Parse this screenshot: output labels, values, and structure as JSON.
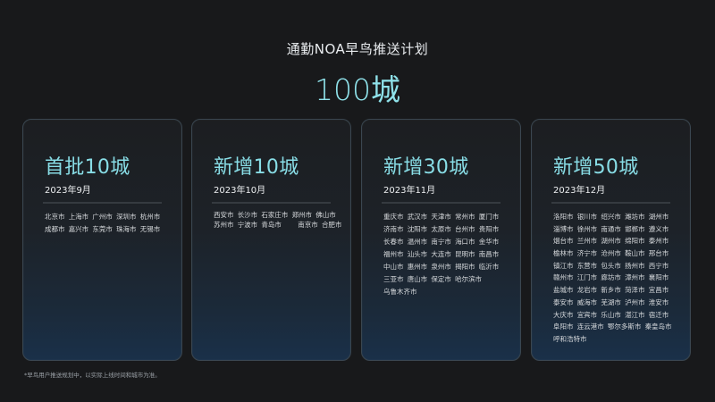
{
  "header": {
    "title": "通勤NOA早鸟推送计划",
    "headline": "100城"
  },
  "colors": {
    "background": "#18191b",
    "accent": "#8fe2ea",
    "card_border": "#3a4650",
    "card_bottom": "#1a3049"
  },
  "cards": [
    {
      "title": "首批10城",
      "date": "2023年9月",
      "rows": [
        [
          "北京市",
          "上海市",
          "广州市",
          "深圳市",
          "杭州市"
        ],
        [
          "成都市",
          "嘉兴市",
          "东莞市",
          "珠海市",
          "无锡市"
        ]
      ]
    },
    {
      "title": "新增10城",
      "date": "2023年10月",
      "rows": [
        [
          "西安市",
          "长沙市",
          "石家庄市",
          "郑州市",
          "佛山市"
        ],
        [
          "苏州市",
          "宁波市",
          "青岛市",
          "",
          "南京市",
          "合肥市"
        ]
      ]
    },
    {
      "title": "新增30城",
      "date": "2023年11月",
      "rows": [
        [
          "重庆市",
          "武汉市",
          "天津市",
          "常州市",
          "厦门市"
        ],
        [
          "济南市",
          "沈阳市",
          "太原市",
          "台州市",
          "贵阳市"
        ],
        [
          "长春市",
          "温州市",
          "南宁市",
          "海口市",
          "金华市"
        ],
        [
          "福州市",
          "汕头市",
          "大连市",
          "昆明市",
          "南昌市"
        ],
        [
          "中山市",
          "惠州市",
          "泉州市",
          "揭阳市",
          "临沂市"
        ],
        [
          "三亚市",
          "唐山市",
          "保定市",
          "哈尔滨市"
        ],
        [
          "乌鲁木齐市"
        ]
      ]
    },
    {
      "title": "新增50城",
      "date": "2023年12月",
      "rows": [
        [
          "洛阳市",
          "银川市",
          "绍兴市",
          "潍坊市",
          "湖州市"
        ],
        [
          "淄博市",
          "徐州市",
          "南通市",
          "邯郸市",
          "遵义市"
        ],
        [
          "烟台市",
          "兰州市",
          "湖州市",
          "绵阳市",
          "泰州市"
        ],
        [
          "榆林市",
          "济宁市",
          "沧州市",
          "鞍山市",
          "邢台市"
        ],
        [
          "镇江市",
          "东营市",
          "包头市",
          "扬州市",
          "西宁市"
        ],
        [
          "赣州市",
          "江门市",
          "廊坊市",
          "漳州市",
          "襄阳市"
        ],
        [
          "盐城市",
          "龙岩市",
          "新乡市",
          "菏泽市",
          "宜昌市"
        ],
        [
          "泰安市",
          "威海市",
          "芜湖市",
          "泸州市",
          "淮安市"
        ],
        [
          "大庆市",
          "宜宾市",
          "乐山市",
          "湛江市",
          "宿迁市"
        ],
        [
          "阜阳市",
          "连云港市",
          "鄂尔多斯市",
          "秦皇岛市"
        ],
        [
          "呼和浩特市"
        ]
      ]
    }
  ],
  "footnote": "*早鸟用户推送规划中，以实际上线时间和城市为准。"
}
